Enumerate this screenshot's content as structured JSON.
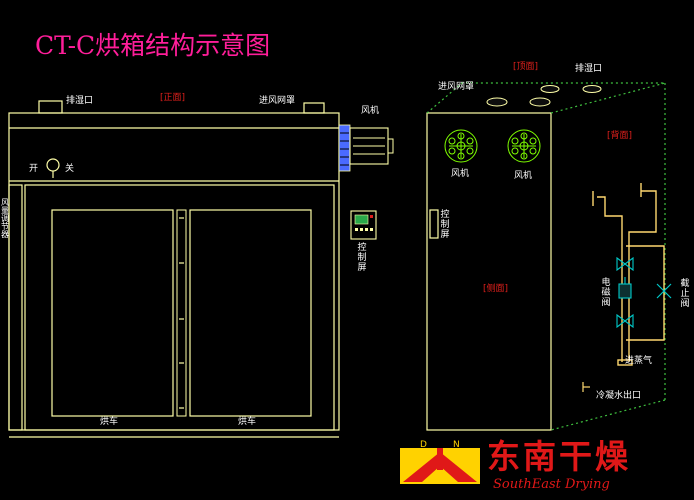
{
  "title": "CT-C烘箱结构示意图",
  "front_view": {
    "view_label": "[正面]",
    "exhaust_port": "排湿口",
    "air_intake_cover": "进风网罩",
    "fan": "风机",
    "switch_on": "开",
    "switch_off": "关",
    "air_distributor": "风量调节器",
    "cart_left": "烘车",
    "cart_right": "烘车",
    "control_panel": "控制屏"
  },
  "side_view": {
    "top_label": "[顶面]",
    "intake_cover": "进风网罩",
    "exhaust_port": "排湿口",
    "back_label": "[背面]",
    "fan_left": "风机",
    "fan_right": "风机",
    "control_panel": "控制屏",
    "side_label": "[侧面]",
    "solenoid_valve": "电磁阀",
    "shutoff_valve": "截止阀",
    "steam_inlet": "进蒸气",
    "condensate_outlet": "冷凝水出口"
  },
  "logo": {
    "chinese": "东南干燥",
    "english": "SouthEast Drying",
    "badge_left": "D",
    "badge_right": "N",
    "colors": {
      "red": "#e01818",
      "yellow": "#ffd200"
    }
  },
  "colors": {
    "background": "#000000",
    "outline": "#ffffa8",
    "dotted": "#3fbf3f",
    "title": "#ff1e9a",
    "view_labels": "#e0201c",
    "pipe": "#ffd870",
    "fan_green": "#7fff00",
    "valve": "#00c8c8",
    "motor_blue": "#4a6aff"
  }
}
